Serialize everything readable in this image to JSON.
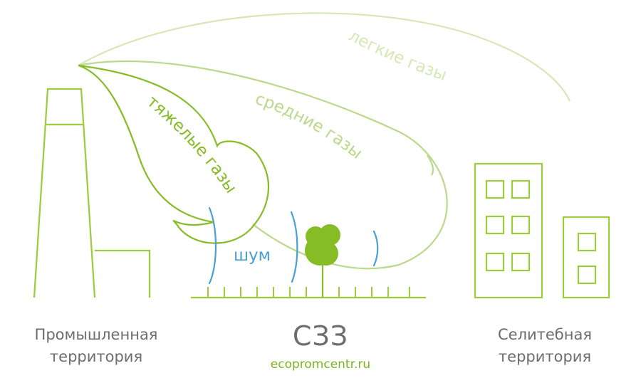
{
  "labels": {
    "heavy_gases": "тяжелые газы",
    "medium_gases": "средние газы",
    "light_gases": "легкие газы",
    "noise": "шум"
  },
  "zones": {
    "industrial_line1": "Промышленная",
    "industrial_line2": "территория",
    "residential_line1": "Селитебная",
    "residential_line2": "территория",
    "buffer_zone": "СЗЗ"
  },
  "source": "ecopromcentr.ru",
  "colors": {
    "heavy": "#86bc25",
    "medium": "#bcd88a",
    "light": "#d6e7b8",
    "noise": "#4a9fd4",
    "structure": "#9ccb3b",
    "text": "#6d6d6d"
  }
}
